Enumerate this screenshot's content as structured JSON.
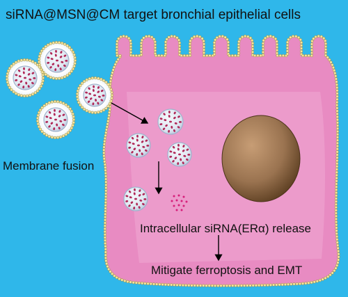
{
  "diagram": {
    "title": "siRNA@MSN@CM target bronchial epithelial cells",
    "labels": {
      "fusion": "Membrane fusion",
      "release": "Intracellular siRNA(ERα) release",
      "mitigate": "Mitigate ferroptosis and EMT"
    }
  },
  "colors": {
    "background": "#2fb7ea",
    "cell_fill": "#e88bc2",
    "cell_highlight": "#f2b0d6",
    "membrane_bead": "#f3e3a0",
    "membrane_bead_outline": "#9a8a3a",
    "nucleus_light": "#b08a68",
    "nucleus_dark": "#6b4a2a",
    "particle_body": "#e7edf5",
    "particle_dot": "#b02858",
    "particle_shade": "#9fb2cc"
  }
}
